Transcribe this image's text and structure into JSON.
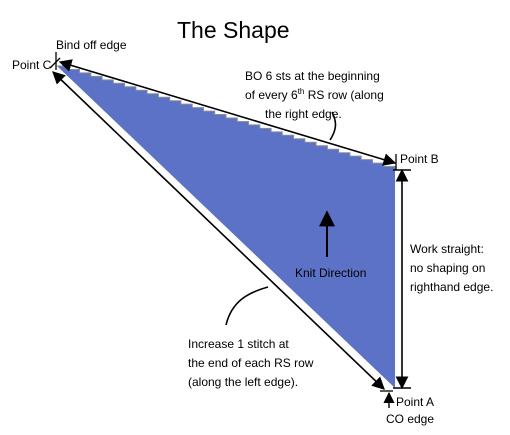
{
  "title": "The Shape",
  "colors": {
    "fill": "#5b72c6",
    "line": "#000000",
    "step_edge": "#8a8f99",
    "background": "#ffffff"
  },
  "labels": {
    "bind_off_edge": "Bind off edge",
    "point_c": "Point C",
    "point_b": "Point B",
    "point_a": "Point A",
    "co_edge": "CO edge",
    "knit_direction": "Knit Direction",
    "bo_note": {
      "line1": "BO 6 sts at the beginning",
      "line2_pre": "of every 6",
      "line2_sup": "th",
      "line2_post": " RS row (along",
      "line3": "the right edge."
    },
    "straight_note": [
      "Work straight:",
      "no shaping on",
      "righthand edge."
    ],
    "increase_note": [
      "Increase 1 stitch at",
      "the end of each RS row",
      "(along the left edge)."
    ]
  }
}
